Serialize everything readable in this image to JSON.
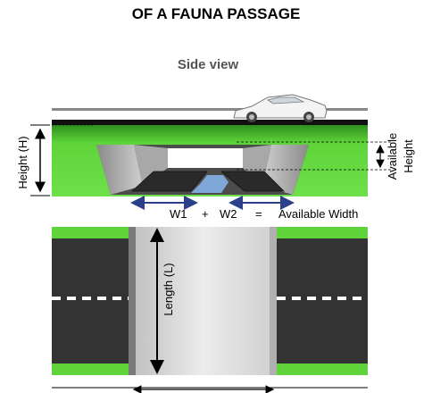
{
  "title": "OF A FAUNA PASSAGE",
  "subtitle": "Side view",
  "labels": {
    "height_h": "Height (H)",
    "available_height_line1": "Available",
    "available_height_line2": "Height",
    "w1": "W1",
    "plus": "+",
    "w2": "W2",
    "equals": "=",
    "available_width": "Available Width",
    "length_l": "Length (L)"
  },
  "colors": {
    "embankment_green": "#5fd43a",
    "road_dark": "#333333",
    "water_blue": "#7fa8d8",
    "arrow_blue": "#2c3f8a",
    "culvert_gray": "#9a9a9a",
    "passage_light": "#dcdcdc"
  },
  "icons": [
    "car-icon"
  ]
}
